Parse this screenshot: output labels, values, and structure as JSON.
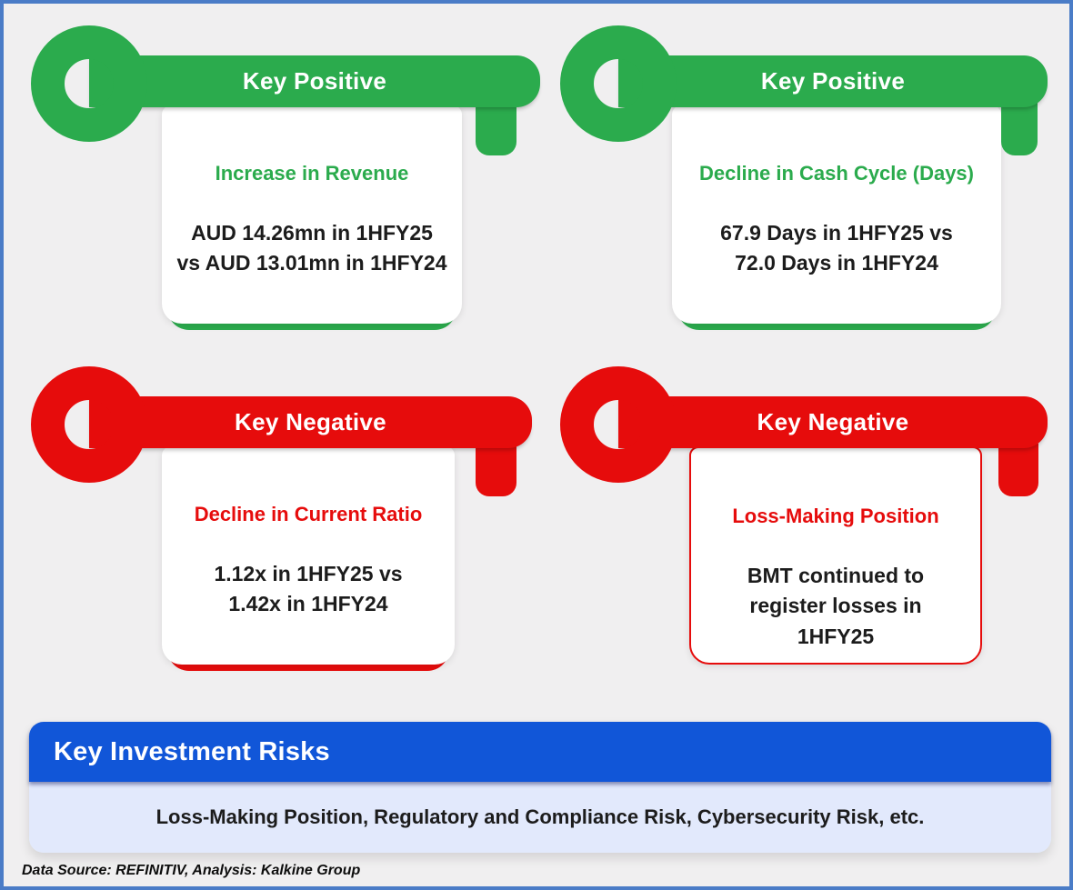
{
  "colors": {
    "positive_green": "#2BAB4D",
    "negative_red": "#E60C0C",
    "banner_blue": "#1156D8",
    "banner_light_blue": "#E2E9FC",
    "frame_border_blue": "#4A7CC7",
    "background_gray": "#F0EFF0",
    "card_white": "#FFFFFF",
    "body_text": "#1C1C1C"
  },
  "keys": [
    {
      "sentiment": "positive",
      "label": "Key Positive",
      "title": "Increase in Revenue",
      "body": "AUD 14.26mn in 1HFY25\nvs AUD 13.01mn in 1HFY24"
    },
    {
      "sentiment": "positive",
      "label": "Key Positive",
      "title": "Decline in Cash Cycle (Days)",
      "body": "67.9 Days in 1HFY25 vs\n72.0 Days in 1HFY24"
    },
    {
      "sentiment": "negative",
      "label": "Key Negative",
      "title": "Decline in Current Ratio",
      "body": "1.12x in 1HFY25 vs\n1.42x in 1HFY24"
    },
    {
      "sentiment": "negative",
      "label": "Key Negative",
      "title": "Loss-Making Position",
      "body": "BMT continued to\nregister losses in\n1HFY25"
    }
  ],
  "risk_section": {
    "title": "Key Investment Risks",
    "body": "Loss-Making Position, Regulatory and Compliance Risk, Cybersecurity Risk, etc."
  },
  "footer": {
    "note": "Data Source: REFINITIV, Analysis: Kalkine Group"
  }
}
